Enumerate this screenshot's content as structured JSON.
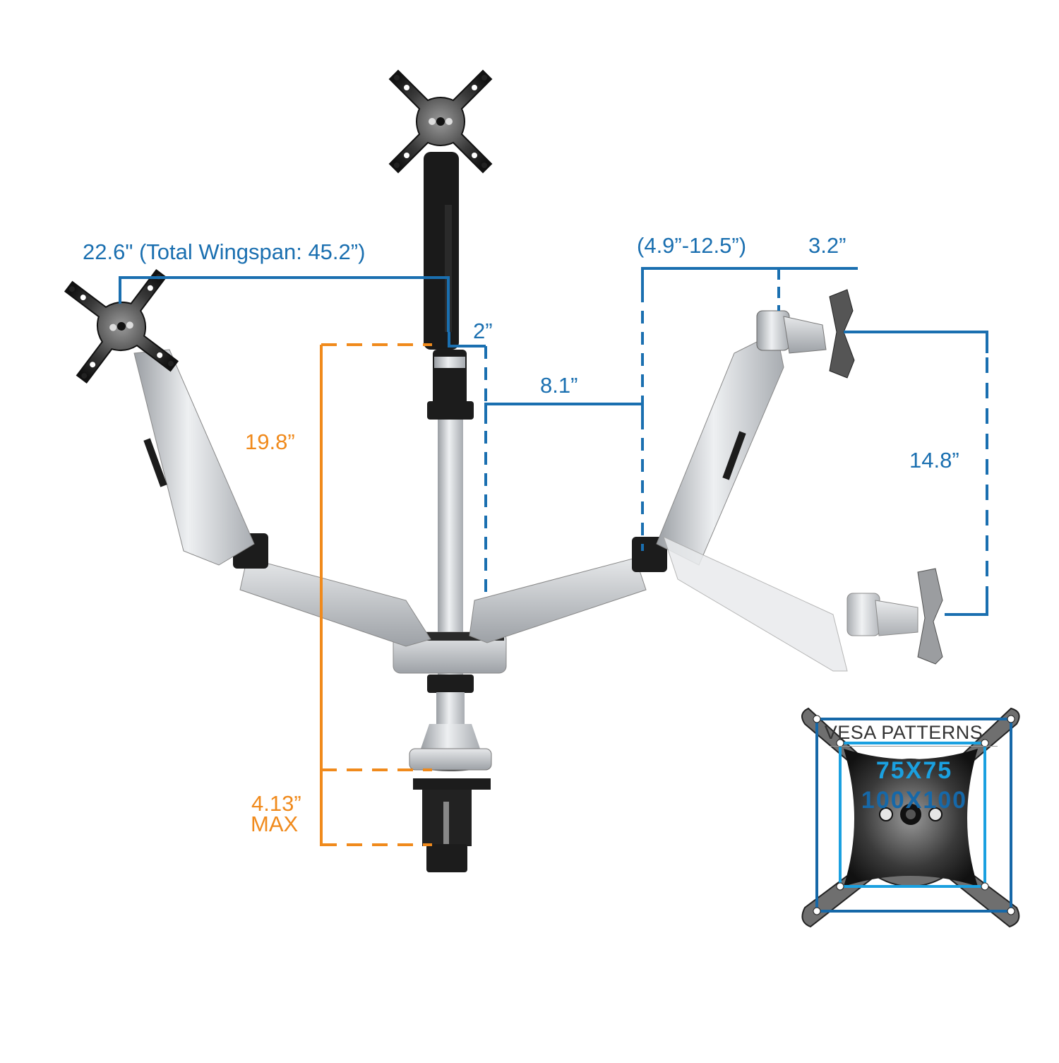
{
  "diagram": {
    "subject": "Triple monitor arm desk mount with dimensions",
    "colors": {
      "dimension_blue": "#1a6fb0",
      "dimension_orange": "#f08a1c",
      "vesa_75_color": "#1aa0e0",
      "vesa_100_color": "#1668a8",
      "arm_silver": "#c9ccd0",
      "mount_black": "#1c1c1c"
    },
    "dimensions": {
      "arm_reach": "22.6\" (Total Wingspan: 45.2”)",
      "extension_range": "(4.9”-12.5”)",
      "head_offset": "3.2”",
      "pole_offset": "2”",
      "arm_segment": "8.1”",
      "vertical_travel": "14.8”",
      "pole_height": "19.8”",
      "clamp_max_value": "4.13”",
      "clamp_max_label": "MAX"
    },
    "vesa": {
      "title": "VESA PATTERNS",
      "patterns": [
        "75X75",
        "100X100"
      ]
    }
  }
}
